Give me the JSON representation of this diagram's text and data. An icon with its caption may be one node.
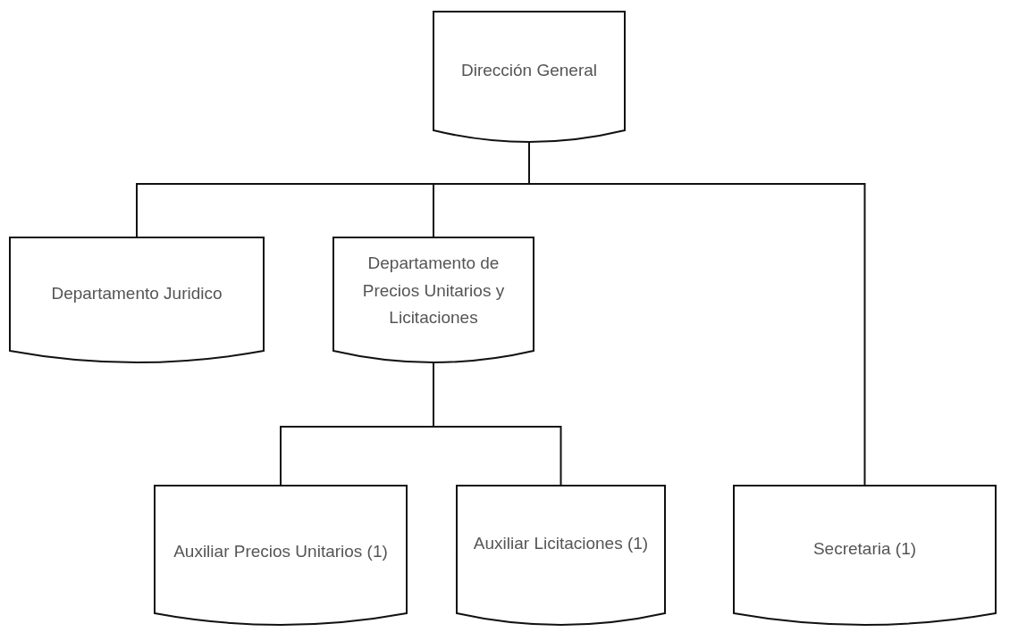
{
  "diagram": {
    "nodes": [
      {
        "text": [
          "Dirección General"
        ]
      },
      {
        "text": [
          "Departamento Juridico"
        ]
      },
      {
        "text": [
          "Departamento de Precios Unitarios y Licitaciones"
        ]
      },
      {
        "text": [
          "Auxiliar Precios Unitarios (1)"
        ]
      },
      {
        "text": [
          "Auxiliar Licitaciones (1)"
        ]
      },
      {
        "text": [
          "Secretaria (1)"
        ]
      }
    ],
    "edges": [
      {
        "from": 0,
        "to": 1,
        "arrow": "none"
      },
      {
        "from": 0,
        "to": 2,
        "arrow": "none"
      },
      {
        "from": 0,
        "to": 5,
        "arrow": "none"
      },
      {
        "from": 2,
        "to": 3,
        "arrow": "none"
      },
      {
        "from": 2,
        "to": 4,
        "arrow": "none"
      }
    ]
  }
}
